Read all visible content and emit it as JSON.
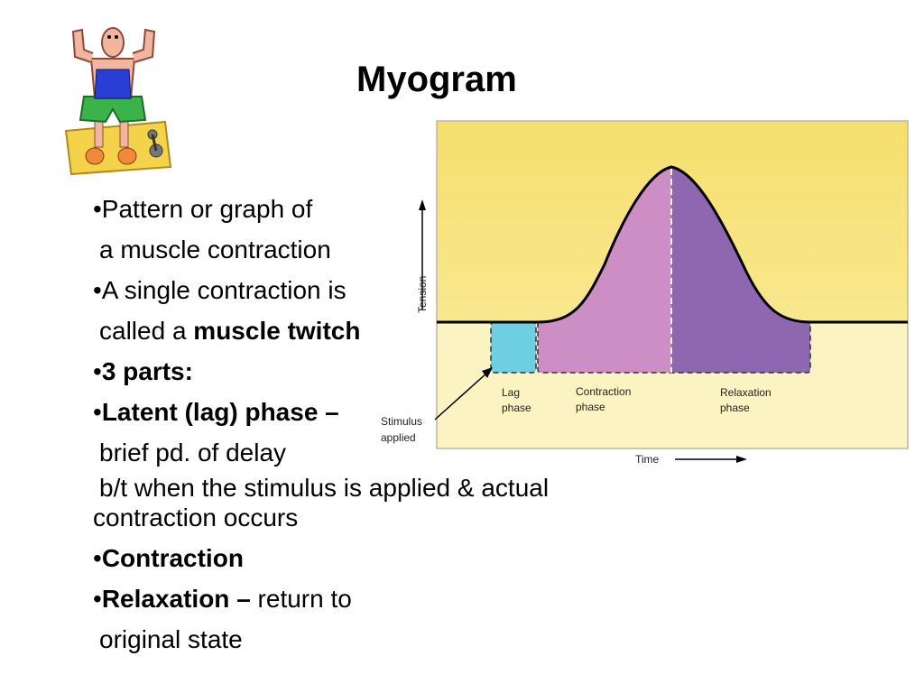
{
  "slide": {
    "title": "Myogram"
  },
  "bullets": {
    "b1_line1": "•Pattern or graph of",
    "b1_line2": "a muscle contraction",
    "b2_line1": "•A single contraction is",
    "b2_line2_prefix": "called a ",
    "b2_line2_bold": "muscle twitch",
    "b3_dot": "•",
    "b3_bold": "3 parts:",
    "b4_dot": "•",
    "b4_bold": "Latent (lag) phase –",
    "b4_line2": "brief pd. of delay",
    "b4_line3": "b/t when the stimulus is applied & actual",
    "b4_line4": "contraction occurs",
    "b5_dot": "•",
    "b5_bold": "Contraction",
    "b6_dot": "•",
    "b6_bold": "Relaxation –",
    "b6_rest": " return to",
    "b6_line2": "original state"
  },
  "diagram": {
    "y_axis_label": "Tension",
    "x_axis_label": "Time",
    "stimulus_label_1": "Stimulus",
    "stimulus_label_2": "applied",
    "lag_label_1": "Lag",
    "lag_label_2": "phase",
    "contraction_label_1": "Contraction",
    "contraction_label_2": "phase",
    "relaxation_label_1": "Relaxation",
    "relaxation_label_2": "phase",
    "colors": {
      "background_top": "#f6e27a",
      "background_bottom": "#fbf3c2",
      "lag": "#6ecfe3",
      "contraction": "#cc8ec4",
      "relaxation": "#8f67b0"
    }
  },
  "mascot": {
    "icon": "muscle-man-clipart-icon"
  }
}
